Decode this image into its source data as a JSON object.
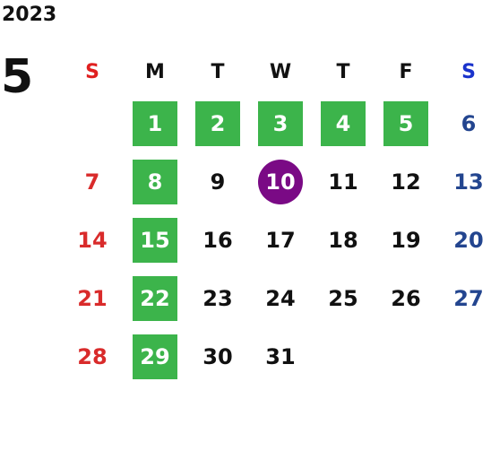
{
  "calendar": {
    "year": "2023",
    "month": "5",
    "weekdays": [
      "S",
      "M",
      "T",
      "W",
      "T",
      "F",
      "S"
    ],
    "weeks": [
      [
        {
          "day": ""
        },
        {
          "day": "1",
          "type": "holiday"
        },
        {
          "day": "2",
          "type": "holiday"
        },
        {
          "day": "3",
          "type": "holiday"
        },
        {
          "day": "4",
          "type": "holiday"
        },
        {
          "day": "5",
          "type": "holiday"
        },
        {
          "day": "6"
        }
      ],
      [
        {
          "day": "7"
        },
        {
          "day": "8",
          "type": "holiday"
        },
        {
          "day": "9"
        },
        {
          "day": "10",
          "type": "today"
        },
        {
          "day": "11"
        },
        {
          "day": "12"
        },
        {
          "day": "13"
        }
      ],
      [
        {
          "day": "14"
        },
        {
          "day": "15",
          "type": "holiday"
        },
        {
          "day": "16"
        },
        {
          "day": "17"
        },
        {
          "day": "18"
        },
        {
          "day": "19"
        },
        {
          "day": "20"
        }
      ],
      [
        {
          "day": "21"
        },
        {
          "day": "22",
          "type": "holiday"
        },
        {
          "day": "23"
        },
        {
          "day": "24"
        },
        {
          "day": "25"
        },
        {
          "day": "26"
        },
        {
          "day": "27"
        }
      ],
      [
        {
          "day": "28"
        },
        {
          "day": "29",
          "type": "holiday"
        },
        {
          "day": "30"
        },
        {
          "day": "31"
        },
        {
          "day": ""
        },
        {
          "day": ""
        },
        {
          "day": ""
        }
      ]
    ],
    "colors": {
      "holiday_bg": "#3cb44b",
      "today_bg": "#7a0a85",
      "sunday": "#d92b2b",
      "saturday": "#23458f"
    }
  }
}
